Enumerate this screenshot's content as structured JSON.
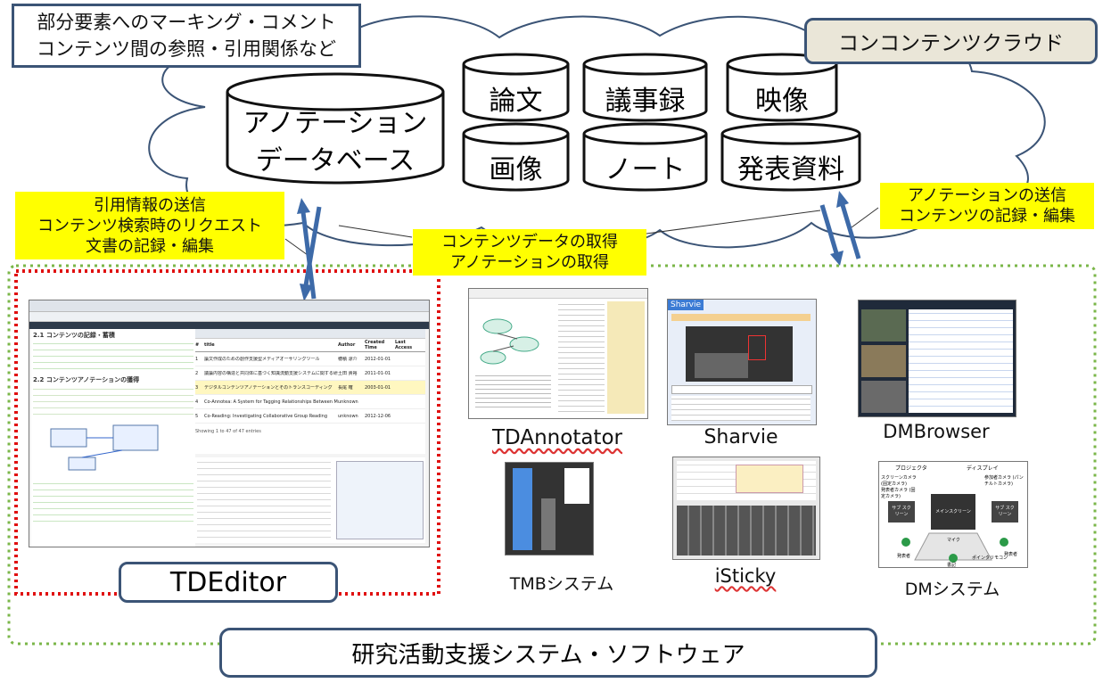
{
  "callout_top": [
    "部分要素へのマーキング・コメント",
    "コンテンツ間の参照・引用関係など"
  ],
  "cloud_label": "コンコンテンツクラウド",
  "database": [
    "アノテーション",
    "データベース"
  ],
  "content_items": [
    "論文",
    "議事録",
    "映像",
    "画像",
    "ノート",
    "発表資料"
  ],
  "left_yellow": [
    "引用情報の送信",
    "コンテンツ検索時のリクエスト",
    "文書の記録・編集"
  ],
  "center_yellow": [
    "コンテンツデータの取得",
    "アノテーションの取得"
  ],
  "right_yellow": [
    "アノテーションの送信",
    "コンテンツの記録・編集"
  ],
  "tdeditor_label": "TDEditor",
  "systems": [
    "TDAnnotator",
    "Sharvie",
    "DMBrowser",
    "TMBシステム",
    "iSticky",
    "DMシステム"
  ],
  "bottom_label": "研究活動支援システム・ソフトウェア",
  "tdeditor_screen": {
    "heading1": "2.1 コンテンツの記録・蓄積",
    "heading2": "2.2 コンテンツアノテーションの獲得",
    "table_headers": [
      "#",
      "title",
      "Author",
      "Created Time",
      "Last Access"
    ],
    "rows": [
      [
        "論文作成のための創作支援型メディアオーサリングツール",
        "穂積 涼介",
        "2012-01-01"
      ],
      [
        "議論内容の構造と共同体に基づく知識流動支援システムに関する研究",
        "土田 貴裕",
        "2011-01-01"
      ],
      [
        "デジタルコンテンツアノテーションとそのトランスコーディング",
        "長尾 確",
        "2003-01-01"
      ],
      [
        "Co-Annotea: A System for Tagging Relationships Between Multiple Mixed-Media Objects",
        "unknown",
        ""
      ],
      [
        "Co-Reading: Investigating Collaborative Group Reading",
        "unknown",
        "2012-12-06"
      ]
    ],
    "footer_text": "Showing 1 to 47 of 47 entries"
  },
  "sharvie_logo": "Sharvie",
  "dm_labels": [
    "プロジェクタ",
    "ディスプレイ",
    "スクリーンカメラ (固定カメラ)",
    "発表者カメラ (固定カメラ)",
    "参加者カメラ (パンチルトカメラ)",
    "サブ スクリーン",
    "メインスクリーン",
    "サブ スクリーン",
    "マイク",
    "発表者",
    "書記",
    "ポインタリモコン",
    "発表者"
  ],
  "colors": {
    "border": "#3b5476",
    "arrow": "#3d6aa8",
    "yellow": "#ffff00",
    "dotted_green": "#7ab648",
    "dotted_red": "#e01010"
  }
}
